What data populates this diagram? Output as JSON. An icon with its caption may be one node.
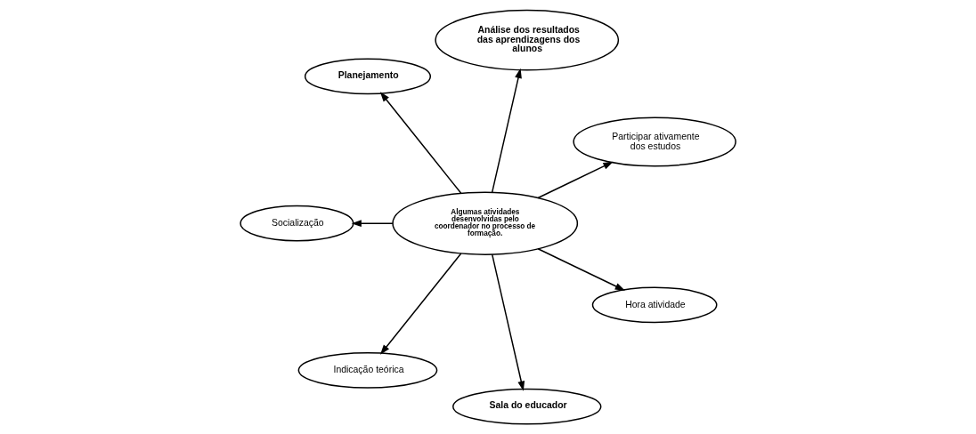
{
  "diagram": {
    "nodes": [
      {
        "text": [
          "Algumas atividades desenvolvidas pelo coordenador no processo de formação."
        ]
      },
      {
        "text": [
          "Participar ativamente dos estudos"
        ]
      },
      {
        "text": [
          "Análise dos resultados das aprendizagens dos alunos"
        ]
      },
      {
        "text": [
          "Planejamento"
        ]
      },
      {
        "text": [
          "Socialização"
        ]
      },
      {
        "text": [
          "Indicação teórica"
        ]
      },
      {
        "text": [
          "Sala do educador"
        ]
      },
      {
        "text": [
          "Hora atividade"
        ]
      }
    ],
    "edges": [
      {
        "from": 0,
        "to": 1,
        "arrow": "to"
      },
      {
        "from": 0,
        "to": 2,
        "arrow": "to"
      },
      {
        "from": 0,
        "to": 3,
        "arrow": "to"
      },
      {
        "from": 0,
        "to": 4,
        "arrow": "to"
      },
      {
        "from": 0,
        "to": 5,
        "arrow": "to"
      },
      {
        "from": 0,
        "to": 6,
        "arrow": "to"
      },
      {
        "from": 0,
        "to": 7,
        "arrow": "to"
      }
    ]
  }
}
